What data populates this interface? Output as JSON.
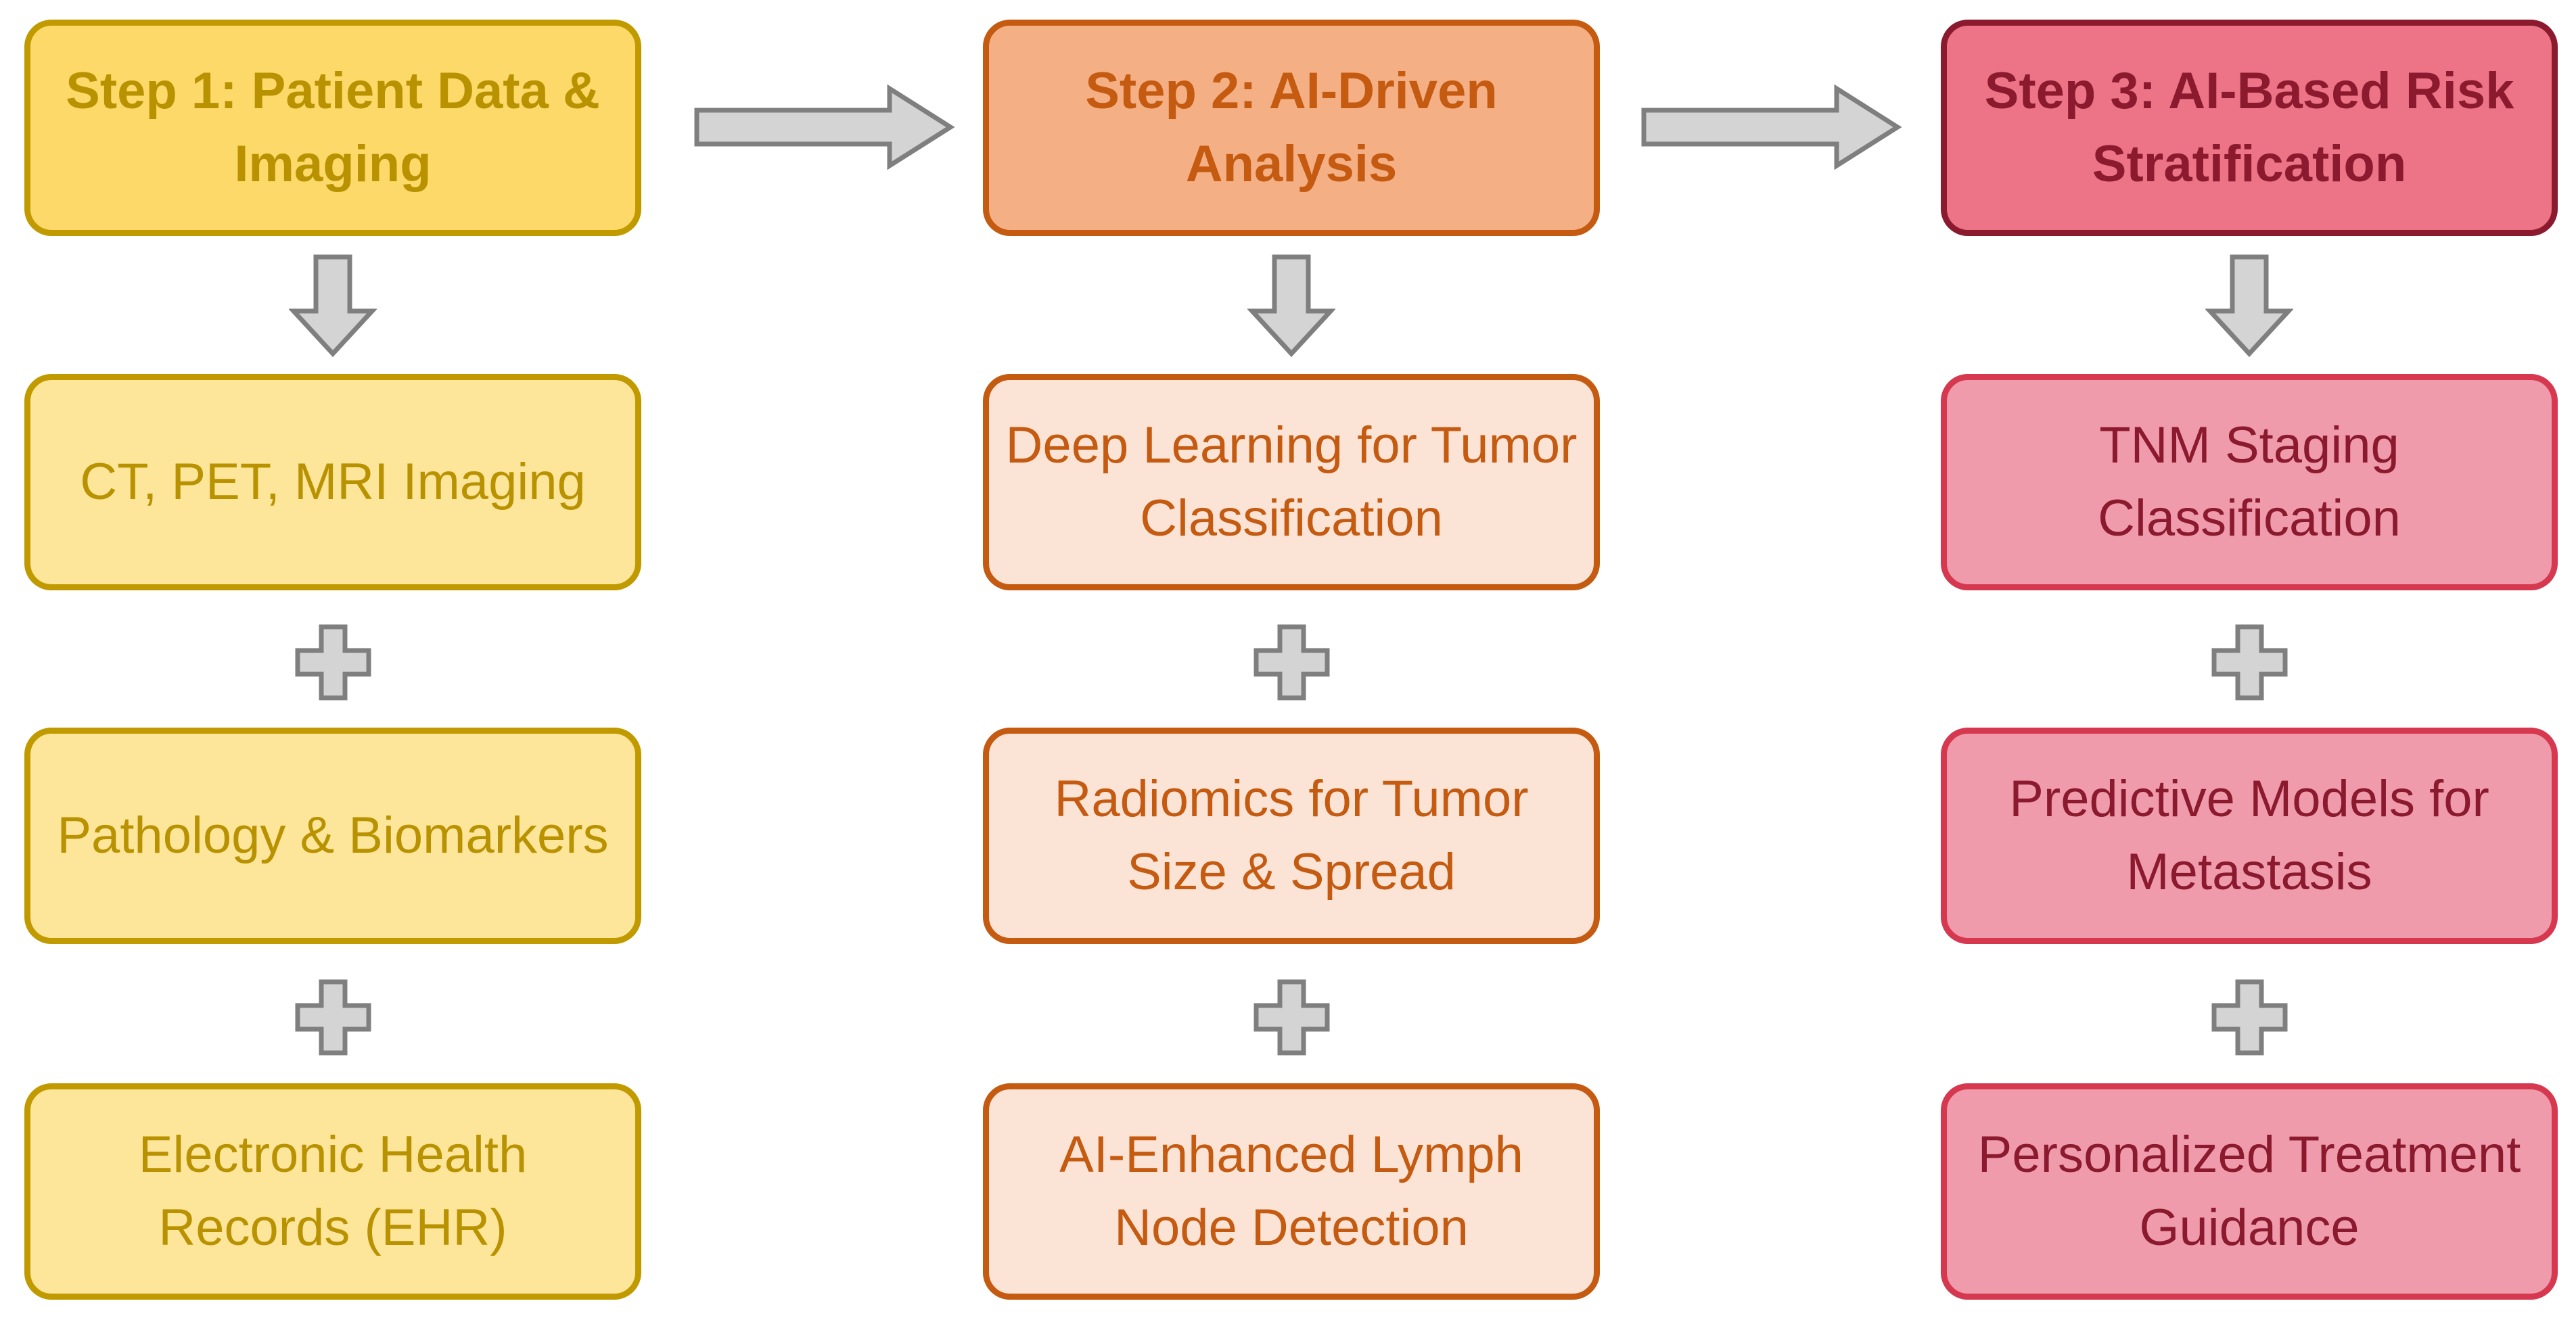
{
  "steps": [
    {
      "title": "Step 1: Patient Data & Imaging",
      "items": [
        "CT, PET, MRI Imaging",
        "Pathology & Biomarkers",
        "Electronic Health Records (EHR)"
      ]
    },
    {
      "title": "Step 2: AI-Driven Analysis",
      "items": [
        "Deep Learning for Tumor Classification",
        "Radiomics for Tumor Size & Spread",
        "AI-Enhanced Lymph Node Detection"
      ]
    },
    {
      "title": "Step 3: AI-Based Risk Stratification",
      "items": [
        "TNM Staging Classification",
        "Predictive Models for Metastasis",
        "Personalized Treatment Guidance"
      ]
    }
  ],
  "colors": {
    "step1": "#fcd968",
    "step2": "#f4b084",
    "step3": "#ec7486",
    "arrow_fill": "#d4d4d4",
    "arrow_stroke": "#7f7f7f"
  }
}
